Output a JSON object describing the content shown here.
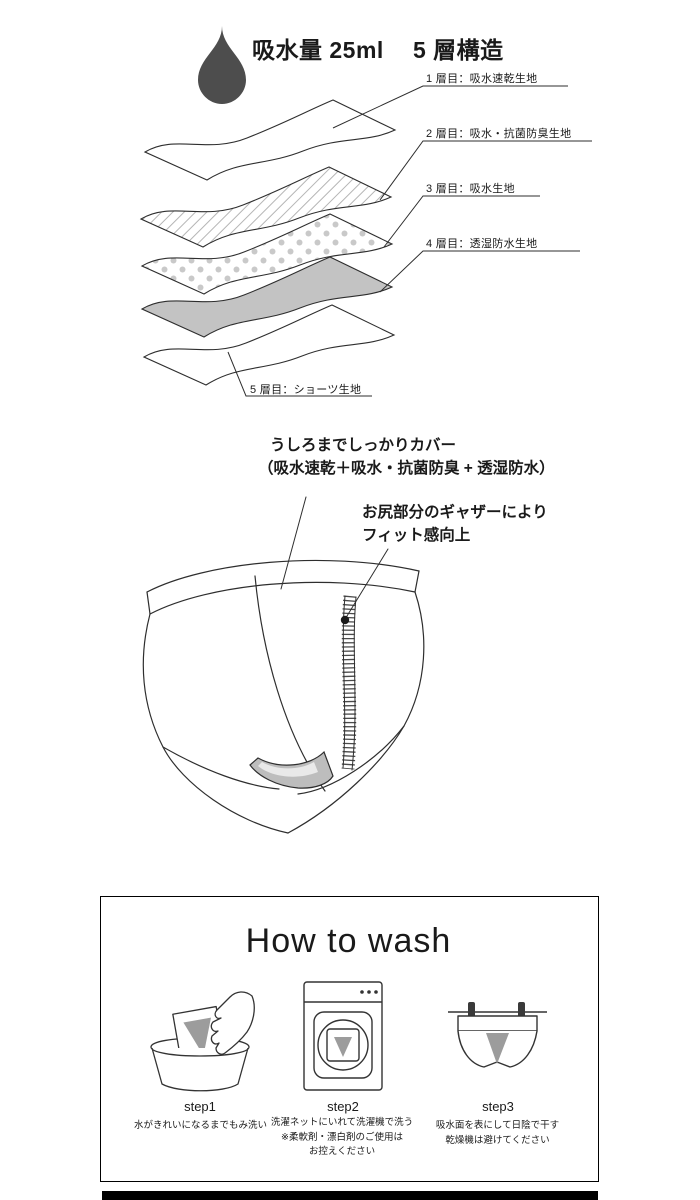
{
  "header": {
    "absorption": "吸水量 25ml",
    "structure": "5 層構造"
  },
  "layer_diagram": {
    "labels": [
      "1 層目：吸水速乾生地",
      "2 層目：吸水・抗菌防臭生地",
      "3 層目：吸水生地",
      "4 層目：透湿防水生地",
      "5 層目：ショーツ生地"
    ]
  },
  "back_cover_note": {
    "line1": "うしろまでしっかりカバー",
    "line2": "（吸水速乾＋吸水・抗菌防臭 + 透湿防水）"
  },
  "gather_note": {
    "line1": "お尻部分のギャザーにより",
    "line2": "フィット感向上"
  },
  "wash": {
    "title": "How to wash",
    "steps": [
      {
        "label": "step1",
        "caption": "水がきれいになるまでもみ洗い"
      },
      {
        "label": "step2",
        "caption": "洗濯ネットにいれて洗濯機で洗う\n※柔軟剤・漂白剤のご使用は\nお控えください"
      },
      {
        "label": "step3",
        "caption": "吸水面を表にして日陰で干す\n乾燥機は避けてください"
      }
    ]
  },
  "icons": {
    "water_drop": "water-drop-icon",
    "hand_wash": "hand-wash-icon",
    "washing_machine": "washing-machine-icon",
    "hang_dry": "hang-dry-icon"
  },
  "colors": {
    "ink": "#2e2e2e",
    "drop_gray": "#4d4d4d",
    "layer_gray": "#c3c3c3",
    "absorbent_gray": "#9c9c9c"
  }
}
